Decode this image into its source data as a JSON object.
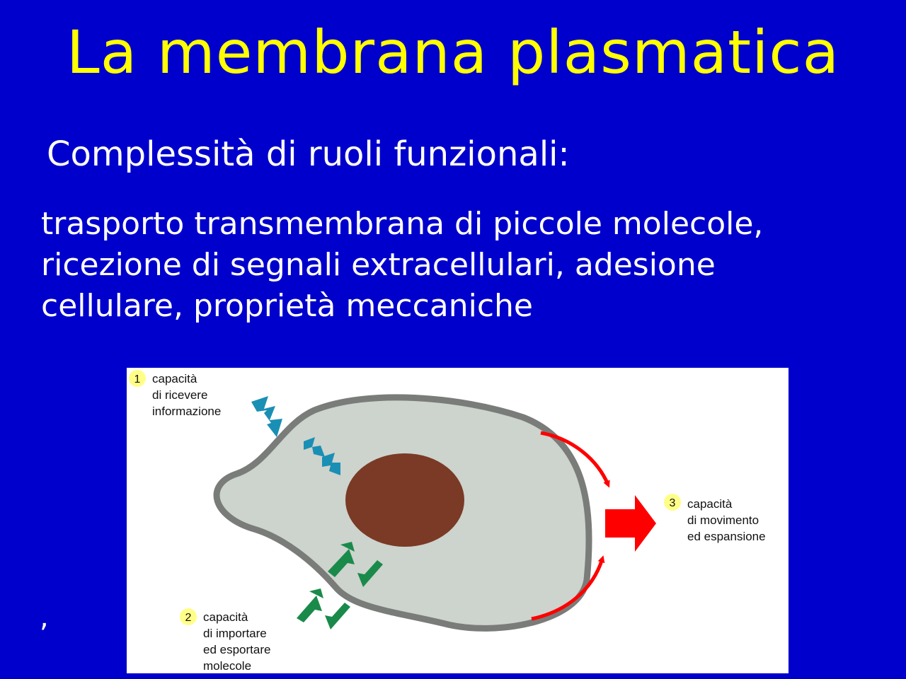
{
  "slide": {
    "title": "La membrana plasmatica",
    "subtitle": "Complessità di ruoli funzionali:",
    "body_lines": [
      "trasporto transmembrana di piccole molecole,",
      "ricezione di segnali extracellulari, adesione",
      "cellulare, proprietà meccaniche"
    ],
    "stray_mark": ","
  },
  "diagram": {
    "labels": [
      {
        "number": "1",
        "lines": [
          "capacità",
          "di ricevere",
          "informazione"
        ]
      },
      {
        "number": "2",
        "lines": [
          "capacità",
          "di importare",
          "ed esportare",
          "molecole"
        ]
      },
      {
        "number": "3",
        "lines": [
          "capacità",
          "di movimento",
          "ed espansione"
        ]
      }
    ],
    "colors": {
      "background": "#0000cc",
      "title": "#ffff00",
      "text": "#ffffff",
      "cytoplasm": "#cdd3cd",
      "membrane": "#7a7c7a",
      "nucleus": "#7a3a25",
      "signal_arrows": "#1a8fb5",
      "transport_arrows": "#1a8a4a",
      "movement_arrows": "#ff0000",
      "number_badge": "#ffff88"
    }
  }
}
